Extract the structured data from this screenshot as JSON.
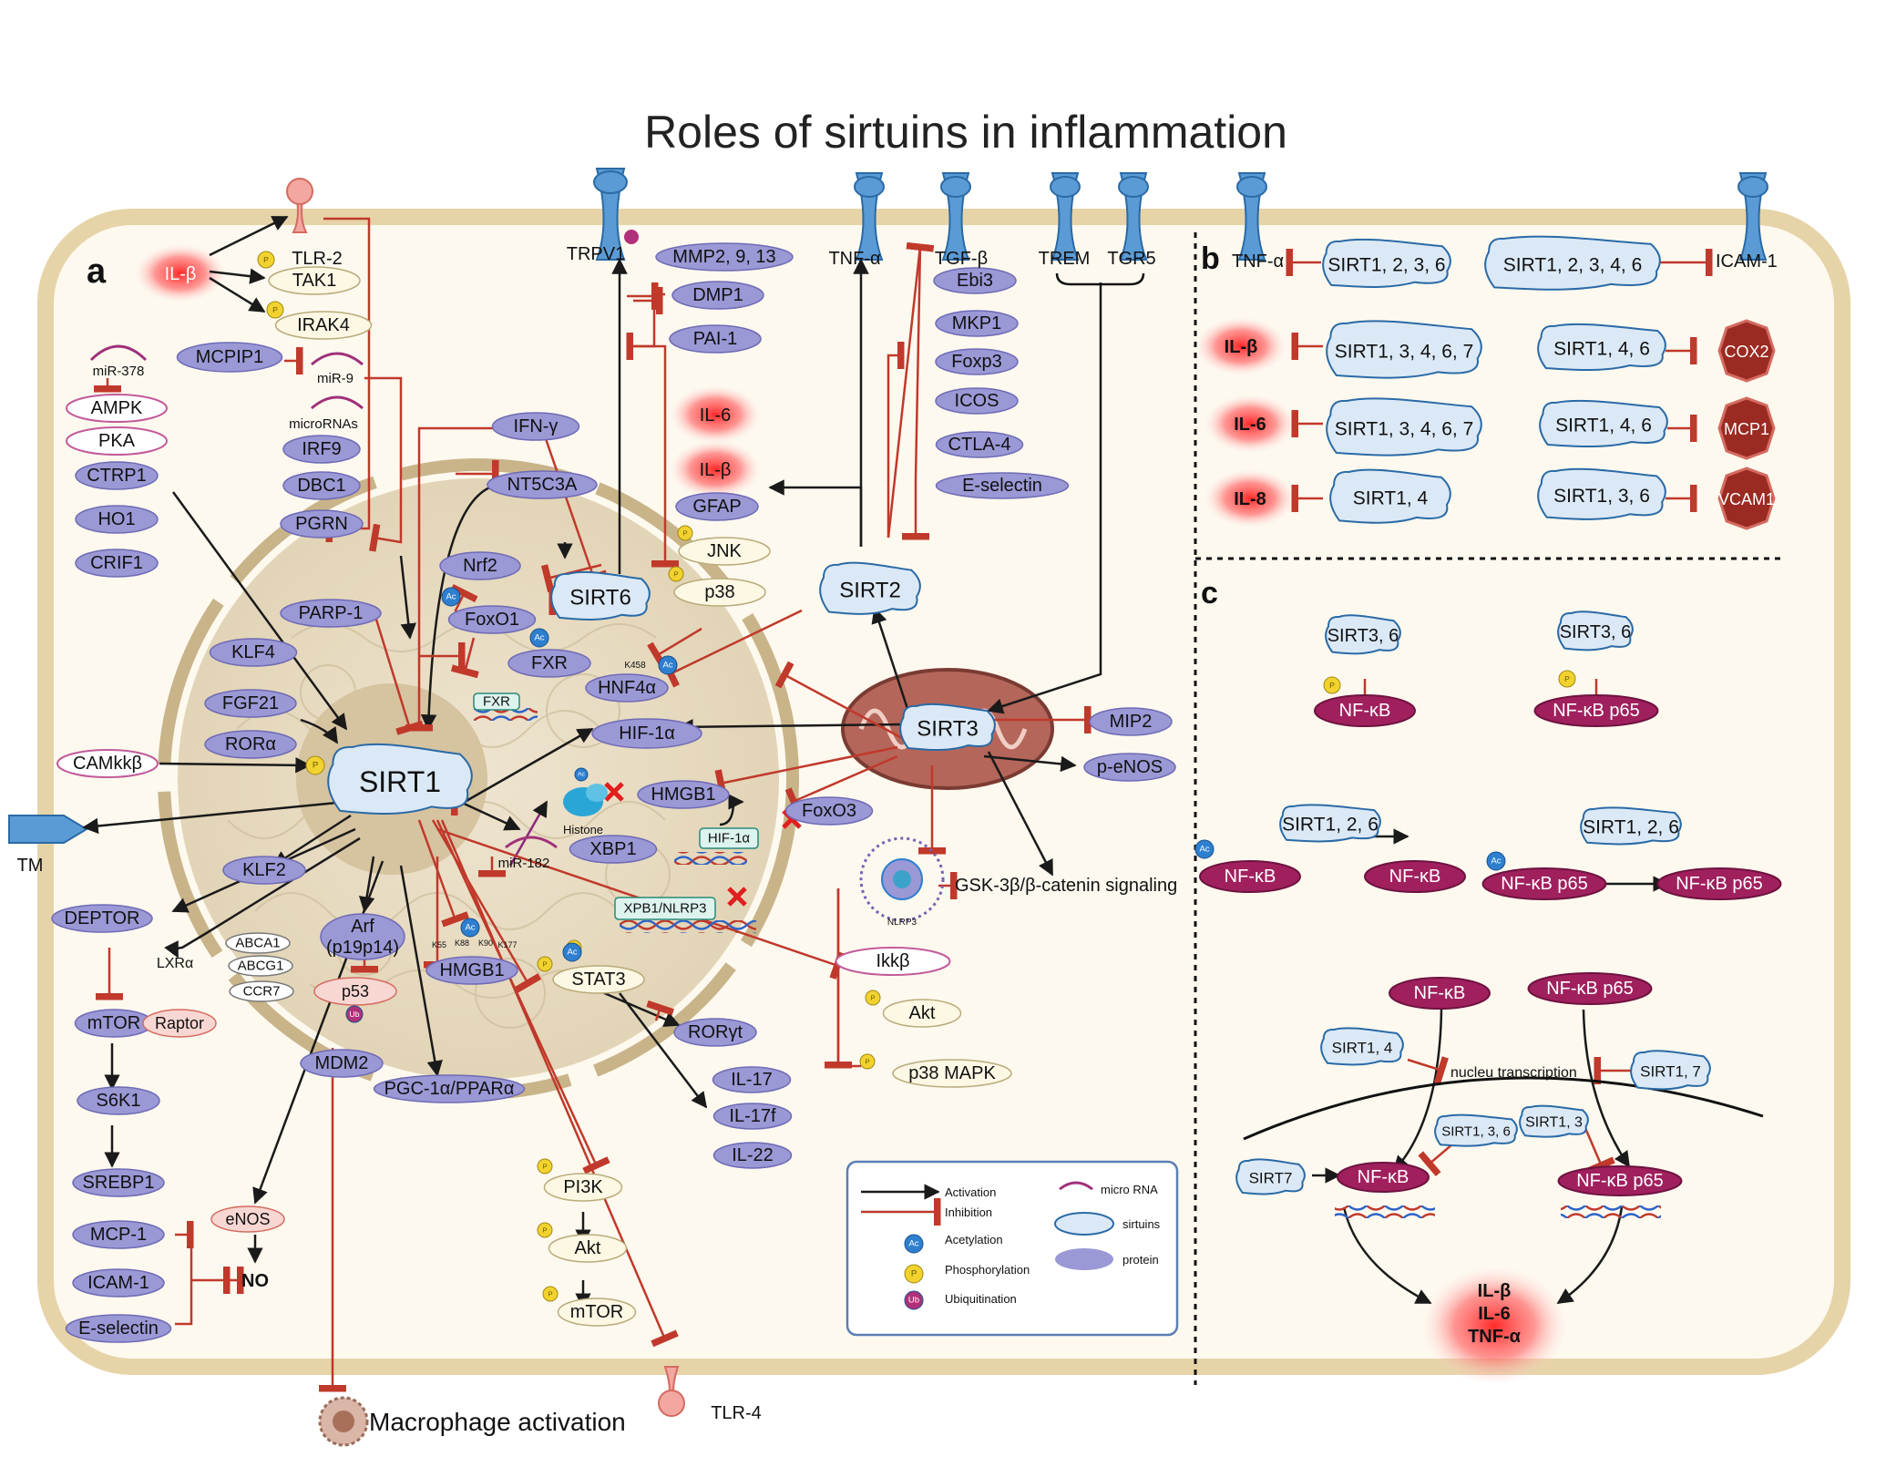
{
  "title": "Roles of sirtuins in inflammation",
  "panels": {
    "a": "a",
    "b": "b",
    "c": "c"
  },
  "colors": {
    "activation": "#1a1a1a",
    "inhibition": "#c0392b",
    "protein_fill": "#9b98d6",
    "sirtuin_fill": "#dbe9f6",
    "nfkb_fill": "#a0205e",
    "phospho": "#f2d22e",
    "acetyl": "#2e7fd0",
    "ubiquitin": "#b0307a",
    "cell_membrane": "#e9d9b0",
    "cytoplasm": "#fdf9ef",
    "nucleus": "#e7dcc3"
  },
  "receptors": {
    "trpv1": "TRPV1",
    "tnfa": "TNF-α",
    "tgfb": "TGF-β",
    "trem": "TREM",
    "tgr5": "TGR5",
    "tlr2": "TLR-2",
    "tlr4": "TLR-4",
    "tm": "TM"
  },
  "sirtuins": {
    "sirt1": "SIRT1",
    "sirt2": "SIRT2",
    "sirt3": "SIRT3",
    "sirt6": "SIRT6"
  },
  "cytokines": {
    "il1b": "IL-β",
    "il6": "IL-6",
    "il1b2": "IL-β"
  },
  "proteins": {
    "tak1": "TAK1",
    "irak4": "IRAK4",
    "mcpip1": "MCPIP1",
    "irf9": "IRF9",
    "dbc1": "DBC1",
    "pgrn": "PGRN",
    "ampk": "AMPK",
    "pka": "PKA",
    "ctrp1": "CTRP1",
    "ho1": "HO1",
    "crif1": "CRIF1",
    "mmp": "MMP2, 9, 13",
    "dmp1": "DMP1",
    "pai1": "PAI-1",
    "ebi3": "Ebi3",
    "mkp1": "MKP1",
    "foxp3": "Foxp3",
    "icos": "ICOS",
    "ctla4": "CTLA-4",
    "eselectin": "E-selectin",
    "ifng": "IFN-γ",
    "nt5c3a": "NT5C3A",
    "gfap": "GFAP",
    "jnk": "JNK",
    "p38": "p38",
    "nrf2": "Nrf2",
    "parp1": "PARP-1",
    "foxo1": "FoxO1",
    "fxr": "FXR",
    "fxr2": "FXR",
    "hnf4a": "HNF4α",
    "k458": "K458",
    "klf4": "KLF4",
    "fgf21": "FGF21",
    "rora": "RORα",
    "camkkb": "CAMkkβ",
    "hif1a": "HIF-1α",
    "hmgb1": "HMGB1",
    "foxo3": "FoxO3",
    "mip2": "MIP2",
    "peNOS": "p-eNOS",
    "hif1a_gene": "HIF-1α",
    "xbp1": "XBP1",
    "xpb1nlrp3": "XPB1/NLRP3",
    "histone": "Histone",
    "mir182": "miR-182",
    "klf2": "KLF2",
    "deptor": "DEPTOR",
    "lxra": "LXRα",
    "abca1": "ABCA1",
    "abcg1": "ABCG1",
    "ccr7": "CCR7",
    "arf": "Arf (p19p14)",
    "p53": "p53",
    "mdm2": "MDM2",
    "hmgb1b": "HMGB1",
    "k55": "K55",
    "k88": "K88",
    "k90": "K90",
    "k177": "K177",
    "stat3": "STAT3",
    "rorgt": "RORγt",
    "il17": "IL-17",
    "il17f": "IL-17f",
    "il22": "IL-22",
    "pgc": "PGC-1α/PPARα",
    "mtor": "mTOR",
    "raptor": "Raptor",
    "s6k1": "S6K1",
    "srebp1": "SREBP1",
    "enos": "eNOS",
    "no": "NO",
    "mcp1": "MCP-1",
    "icam1": "ICAM-1",
    "eselectin2": "E-selectin",
    "pi3k": "PI3K",
    "akt": "Akt",
    "mtor2": "mTOR",
    "ikkb": "Ikkβ",
    "akt2": "Akt",
    "p38mapk": "p38 MAPK",
    "nlrp3": "NLRP3",
    "gsk": "GSK-3β/β-catenin signaling",
    "mir378": "miR-378",
    "mir9": "miR-9",
    "micrornas": "microRNAs",
    "macrophage": "Macrophage activation"
  },
  "panel_b": {
    "tnfa": "TNF-α",
    "s1236": "SIRT1, 2, 3, 6",
    "s12346": "SIRT1, 2, 3, 4, 6",
    "icam1": "ICAM-1",
    "il1b": "IL-β",
    "s13467a": "SIRT1, 3, 4, 6, 7",
    "s146a": "SIRT1, 4, 6",
    "cox2": "COX2",
    "il6": "IL-6",
    "s13467b": "SIRT1, 3, 4, 6, 7",
    "s146b": "SIRT1, 4, 6",
    "mcp1": "MCP1",
    "il8": "IL-8",
    "s14": "SIRT1, 4",
    "s136": "SIRT1, 3, 6",
    "vcam1": "VCAM1"
  },
  "panel_c": {
    "s36a": "SIRT3, 6",
    "nfkb1": "NF-κB",
    "s36b": "SIRT3, 6",
    "p65a": "NF-κB p65",
    "s126a": "SIRT1, 2, 6",
    "nfkb_ac": "NF-κB",
    "nfkb2": "NF-κB",
    "s126b": "SIRT1, 2, 6",
    "p65_ac": "NF-κB p65",
    "p65b": "NF-κB p65",
    "nfkb_top": "NF-κB",
    "p65_top": "NF-κB p65",
    "s14": "SIRT1, 4",
    "nucleu": "nucleu transcription",
    "s17": "SIRT1, 7",
    "s136": "SIRT1, 3, 6",
    "s13": "SIRT1, 3",
    "sirt7": "SIRT7",
    "nfkb_low": "NF-κB",
    "p65_low": "NF-κB p65",
    "out_il1b": "IL-β",
    "out_il6": "IL-6",
    "out_tnfa": "TNF-α"
  },
  "legend": {
    "activation": "Activation",
    "inhibition": "Inhibition",
    "acetylation": "Acetylation",
    "phosphorylation": "Phosphorylation",
    "ubiquitination": "Ubiquitination",
    "microrna": "micro RNA",
    "sirtuins": "sirtuins",
    "protein": "protein"
  },
  "badges": {
    "p": "P",
    "ac": "Ac",
    "ub": "Ub"
  }
}
